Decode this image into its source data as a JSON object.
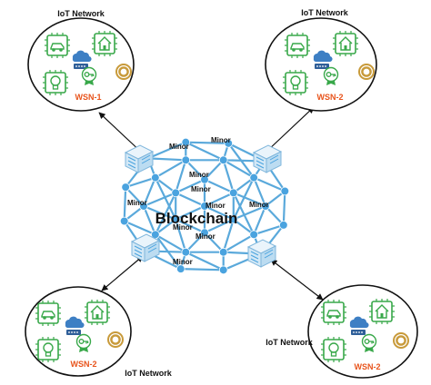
{
  "colors": {
    "chip_green": "#39a84a",
    "wsn_label": "#e8541c",
    "mesh_edge": "#5aa9db",
    "mesh_node": "#4aa3df",
    "cloud_blue": "#3d7fc4",
    "coin_gold": "#c89a3a"
  },
  "networks": [
    {
      "title": "IoT Network",
      "wsn_label": "WSN-1"
    },
    {
      "title": "IoT Network",
      "wsn_label": "WSN-2"
    },
    {
      "title": "IoT Network",
      "wsn_label": "WSN-2"
    },
    {
      "title": "IoT Network",
      "wsn_label": "WSN-2"
    }
  ],
  "blockchain": {
    "label": "Blockchain",
    "minor_labels": [
      "Minor",
      "Minor",
      "Minor",
      "Minor",
      "Minor",
      "Minor",
      "Minor",
      "Minor",
      "Minor",
      "Minor"
    ]
  },
  "icons": [
    "car-chip-icon",
    "house-chip-icon",
    "cloud-router-icon",
    "bulb-chip-icon",
    "key-chip-icon",
    "coin-icon",
    "miner-server-icon"
  ]
}
